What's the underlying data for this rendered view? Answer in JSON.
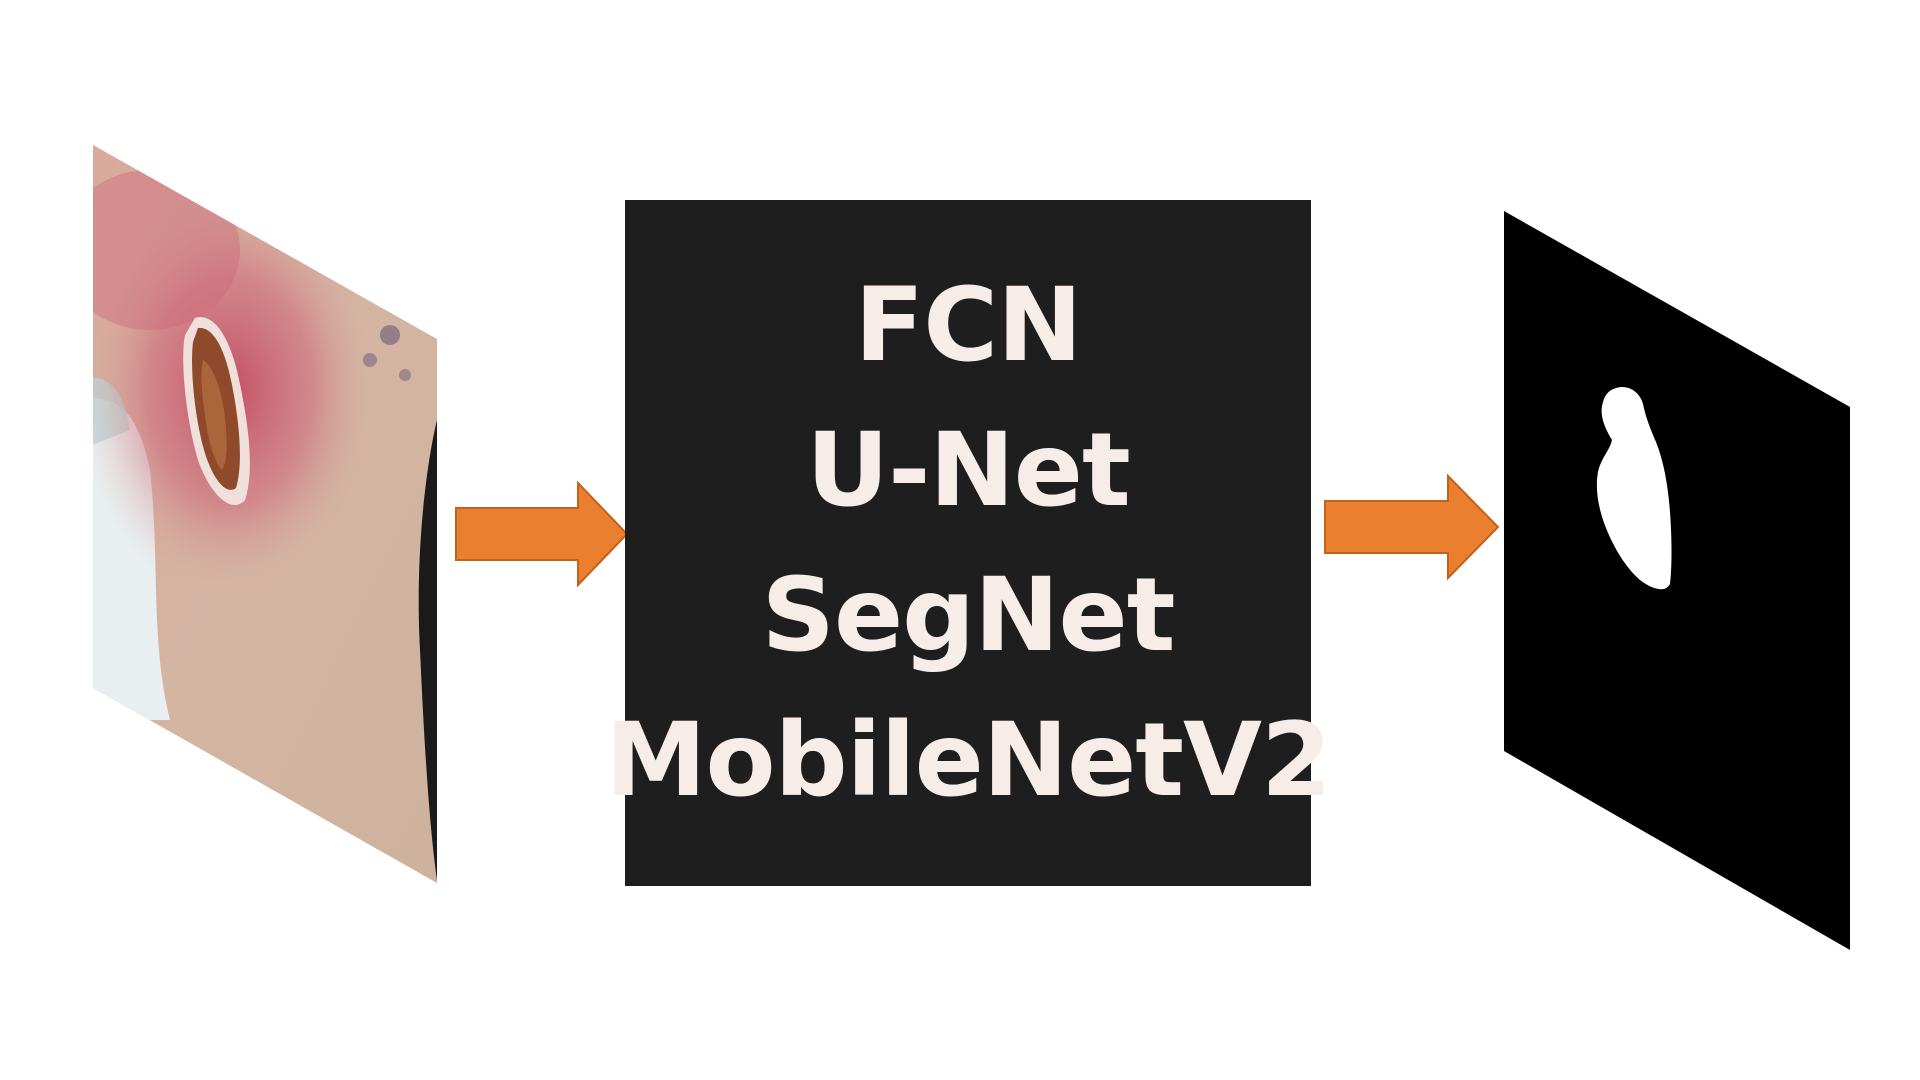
{
  "diagram": {
    "input_image": {
      "icon": "wound-photo-icon",
      "colors": {
        "skin": "#d9b6a2",
        "inflammation": "#c9566c",
        "wound": "#8f4a2c",
        "cloth": "#e9eef1"
      }
    },
    "arrows": {
      "color": "#ea7f30",
      "stroke": "#c4621c"
    },
    "model_box": {
      "background": "#1e1e1e",
      "text_color": "#f7ede8",
      "models": [
        {
          "label": "FCN"
        },
        {
          "label": "U-Net"
        },
        {
          "label": "SegNet"
        },
        {
          "label": "MobileNetV2"
        }
      ]
    },
    "output_mask": {
      "icon": "segmentation-mask-icon",
      "background": "#000000",
      "foreground": "#ffffff"
    }
  }
}
